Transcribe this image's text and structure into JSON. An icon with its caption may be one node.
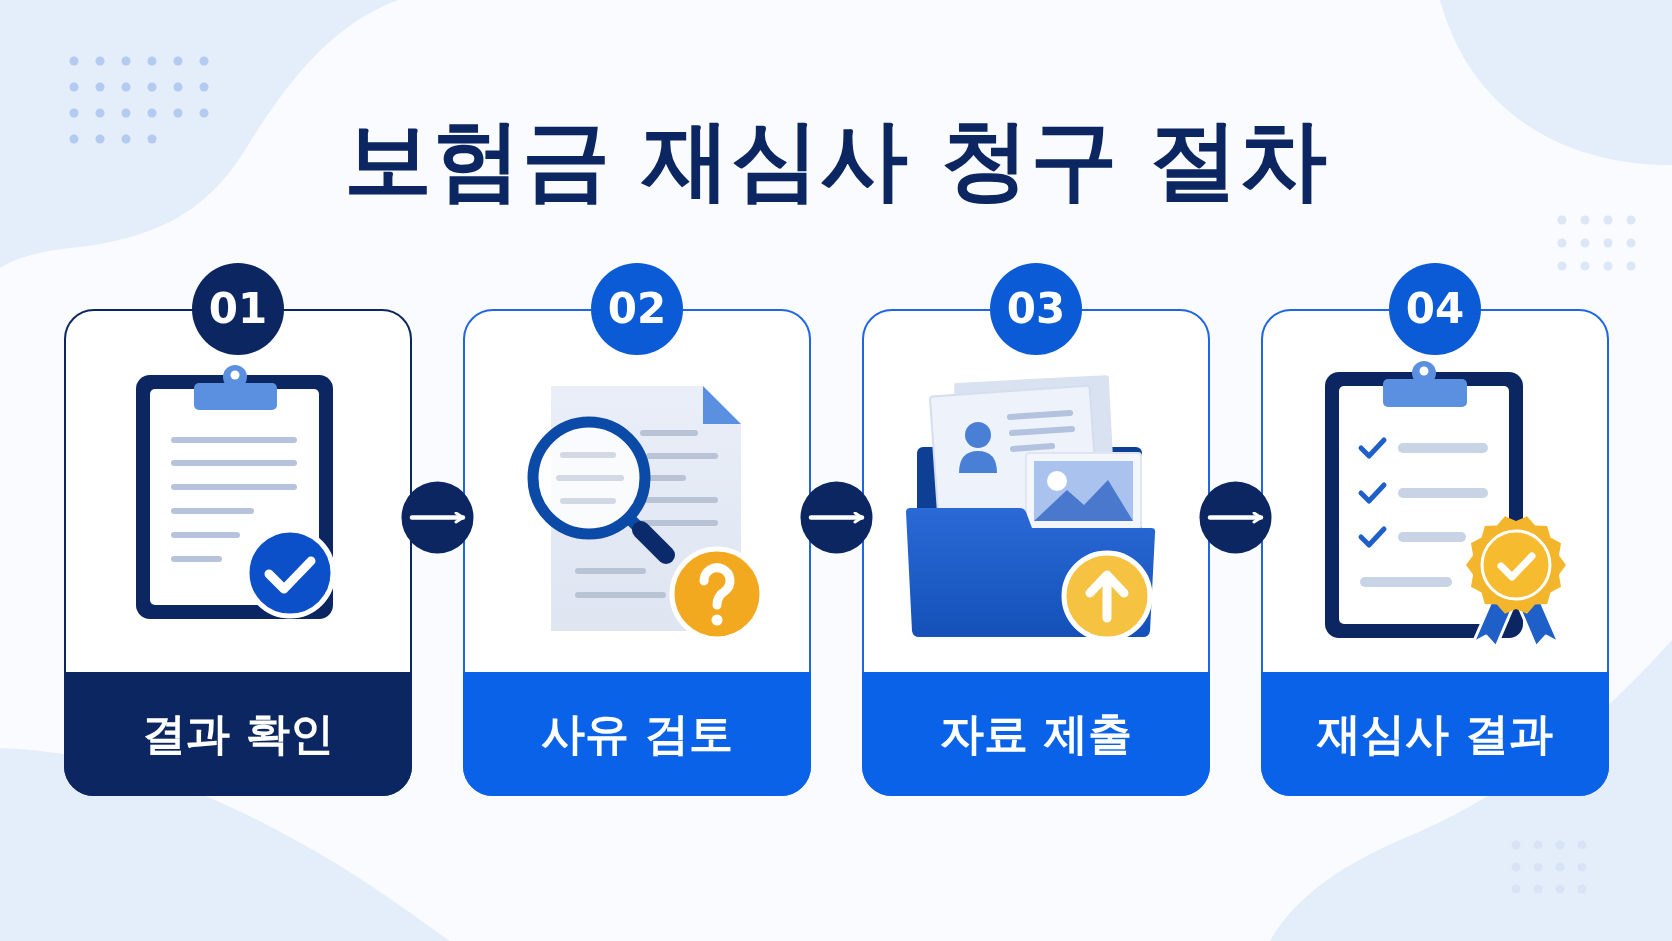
{
  "diagram": {
    "title": "보험금 재심사 청구 절차",
    "nodes": [
      {
        "text": [
          "01",
          "결과 확인"
        ]
      },
      {
        "text": [
          "02",
          "사유 검토"
        ]
      },
      {
        "text": [
          "03",
          "자료 제출"
        ]
      },
      {
        "text": [
          "04",
          "재심사 결과"
        ]
      }
    ],
    "edges": [
      {
        "from": 0,
        "to": 1,
        "arrow": "to"
      },
      {
        "from": 1,
        "to": 2,
        "arrow": "to"
      },
      {
        "from": 2,
        "to": 3,
        "arrow": "to"
      }
    ]
  }
}
